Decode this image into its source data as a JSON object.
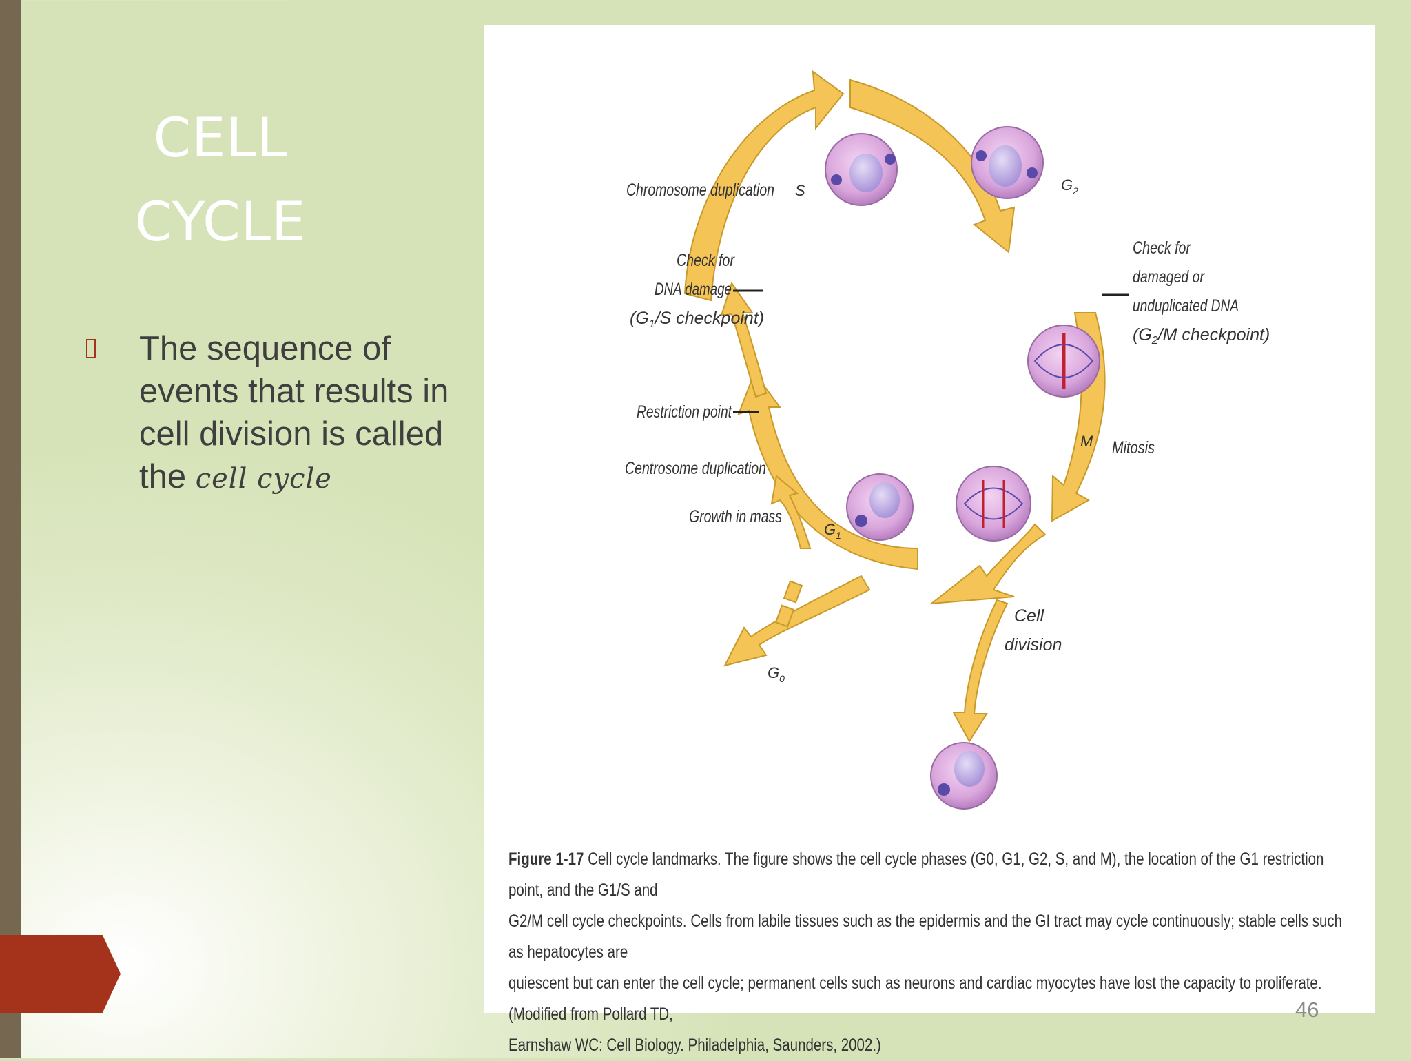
{
  "slide": {
    "title_line1": "CELL",
    "title_line2": "CYCLE",
    "bullet_text": "The sequence of events that  results in cell division is called the ",
    "bullet_emphasis": "cell cycle",
    "page_number": "46"
  },
  "figure": {
    "phase_s": "S",
    "phase_g2": "G",
    "phase_g2_sub": "2",
    "phase_m": "M",
    "phase_g1": "G",
    "phase_g1_sub": "1",
    "phase_g0": "G",
    "phase_g0_sub": "0",
    "label_chromosome_duplication": "Chromosome duplication",
    "label_check_dna_1": "Check for",
    "label_check_dna_2": "DNA damage",
    "label_check_dna_3a": "(G",
    "label_check_dna_3b": "1",
    "label_check_dna_3c": "/S checkpoint)",
    "label_restriction_point": "Restriction point",
    "label_centrosome_duplication": "Centrosome duplication",
    "label_growth_in_mass": "Growth in mass",
    "label_check_damaged_1": "Check for",
    "label_check_damaged_2": "damaged or",
    "label_check_damaged_3": "unduplicated DNA",
    "label_check_damaged_4a": "(G",
    "label_check_damaged_4b": "2",
    "label_check_damaged_4c": "/M checkpoint)",
    "label_mitosis": "Mitosis",
    "label_cell_division_1": "Cell",
    "label_cell_division_2": "division",
    "caption_bold": "Figure 1-17",
    "caption_line1": " Cell cycle landmarks. The figure shows the cell cycle phases (G0, G1, G2, S, and M), the location of the G1 restriction point, and the G1/S and",
    "caption_line2": "G2/M cell cycle checkpoints. Cells from labile tissues such as the epidermis and the GI tract may cycle continuously; stable cells such as hepatocytes are",
    "caption_line3": "quiescent but can enter the cell cycle; permanent cells such as neurons and cardiac myocytes have lost the capacity to proliferate. (Modified from Pollard TD,",
    "caption_line4": "Earnshaw WC: Cell Biology. Philadelphia, Saunders, 2002.)"
  },
  "colors": {
    "accent_red": "#a5321a",
    "left_bar": "#766850",
    "arrow_fill": "#f5c457",
    "cell_fill": "#d9a6dc",
    "nucleus": "#b9a6e0"
  }
}
